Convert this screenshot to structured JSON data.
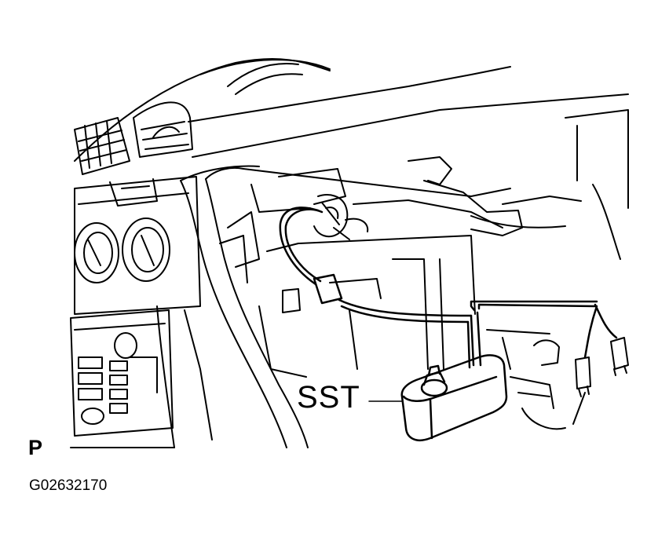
{
  "labels": {
    "tool": "SST",
    "view": "P",
    "figure_code": "G02632170"
  }
}
